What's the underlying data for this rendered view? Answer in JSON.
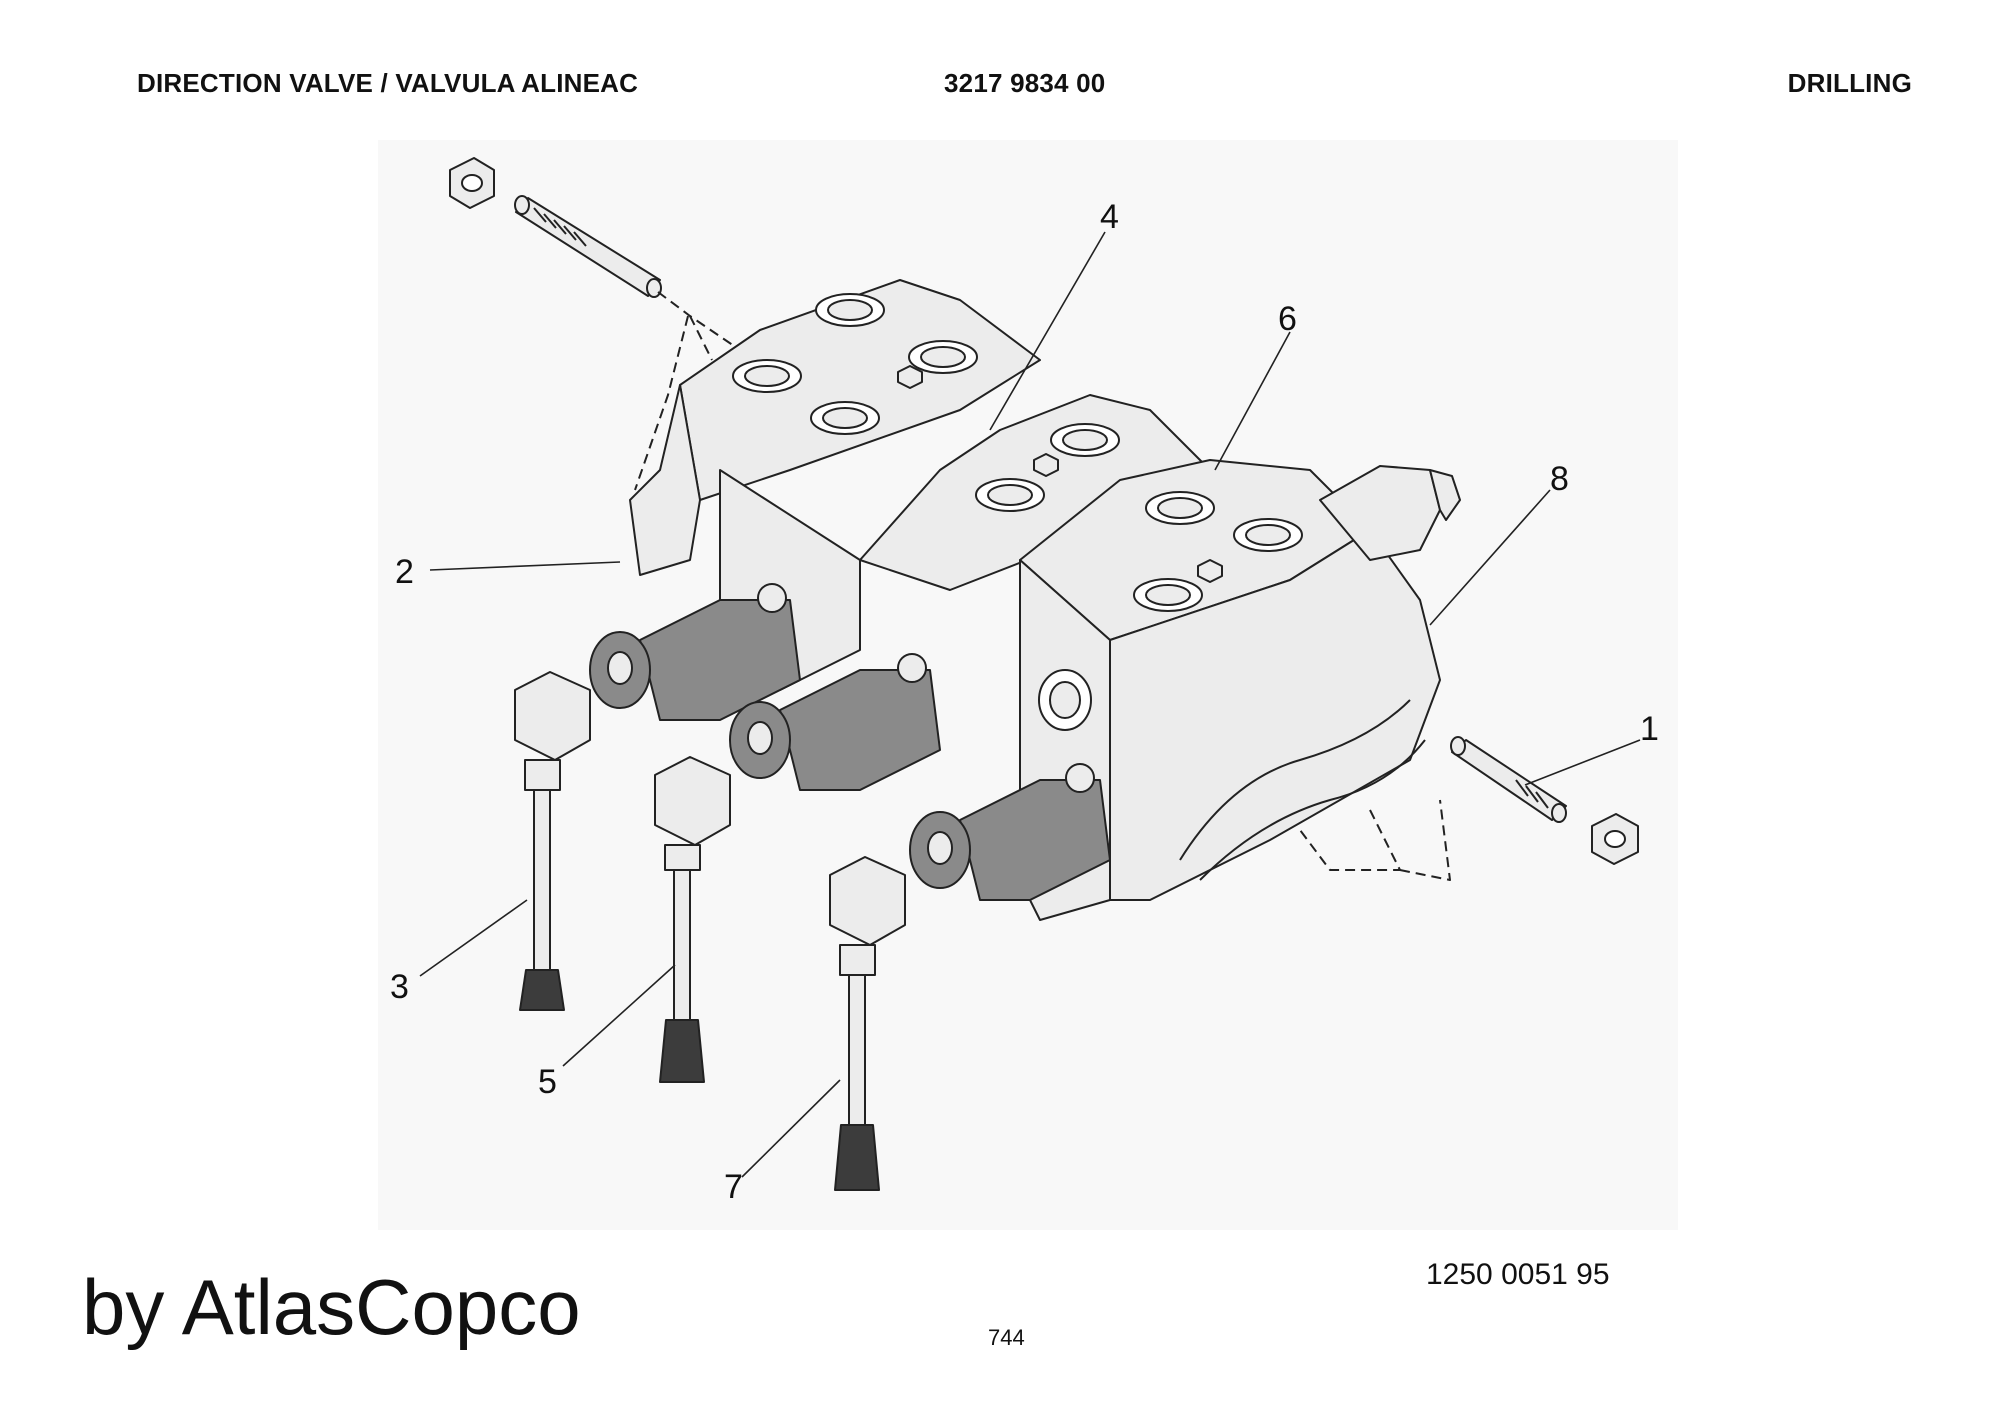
{
  "header": {
    "title": "DIRECTION VALVE / VALVULA ALINEAC",
    "part_number": "3217 9834 00",
    "category": "DRILLING"
  },
  "callouts": [
    "1",
    "2",
    "3",
    "4",
    "5",
    "6",
    "7",
    "8"
  ],
  "drawing_number": "1250 0051 95",
  "brand": "by AtlasCopco",
  "page_number": "744",
  "colors": {
    "body_fill": "#ececec",
    "solenoid_fill": "#8a8a8a",
    "knob_fill": "#3c3c3c",
    "line": "#222222"
  }
}
